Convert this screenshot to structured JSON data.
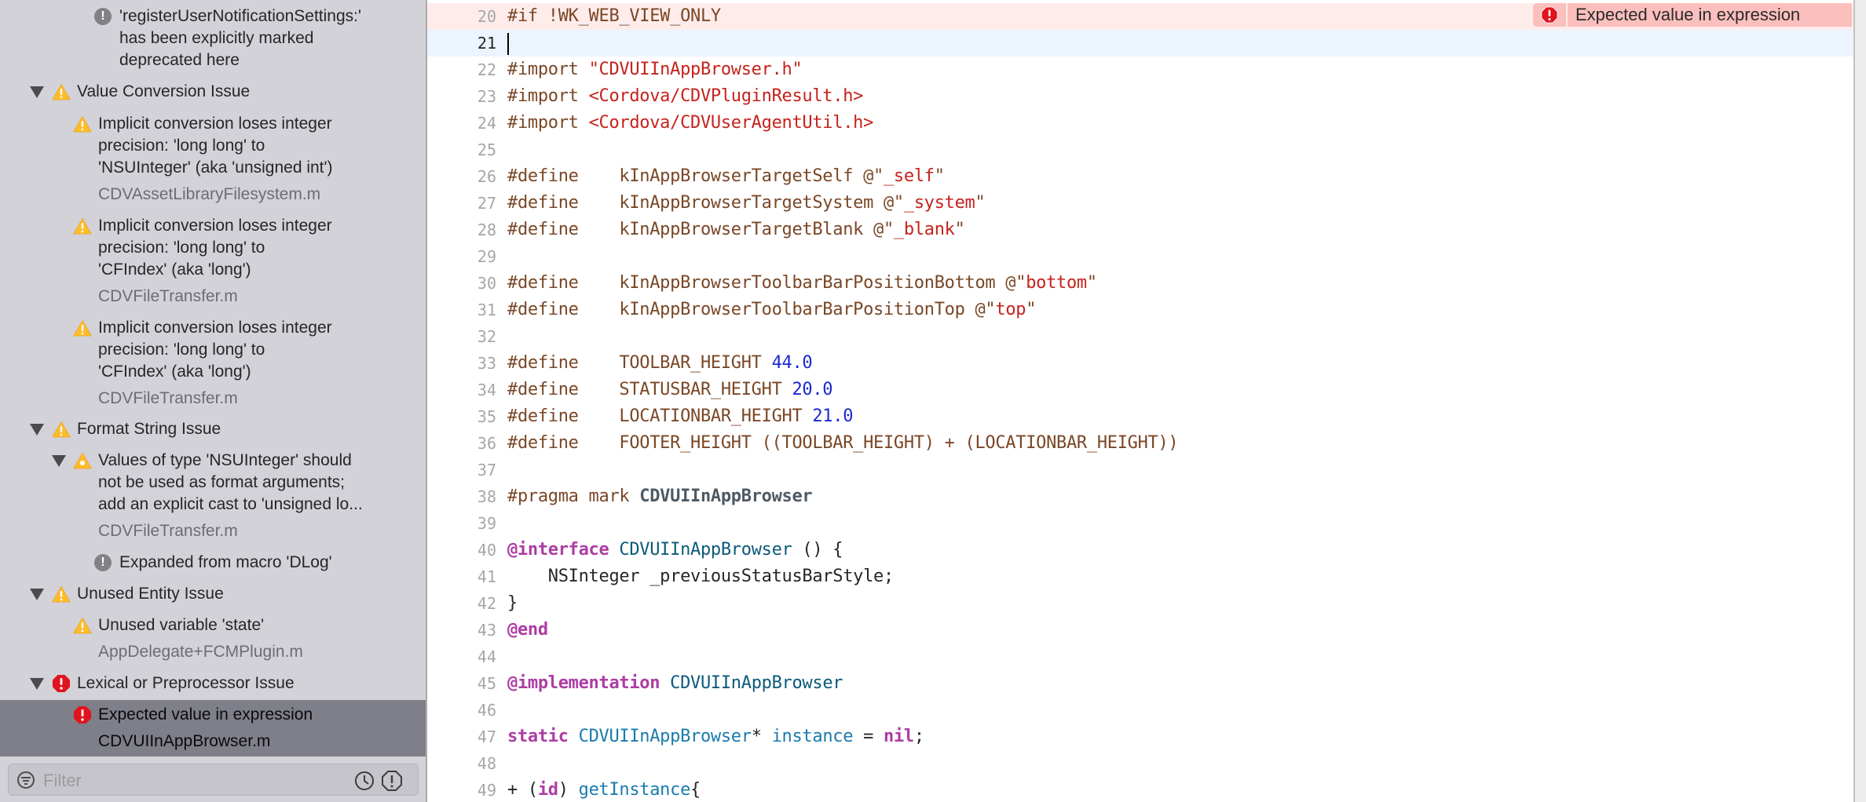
{
  "sidebar": {
    "rows": [
      {
        "kind": "note",
        "level": 2,
        "lines": [
          "'registerUserNotificationSettings:'",
          "has been explicitly marked",
          "deprecated here"
        ]
      },
      {
        "kind": "group",
        "icon": "warning",
        "label": "Value Conversion Issue"
      },
      {
        "kind": "warning",
        "lines": [
          "Implicit conversion loses integer",
          "precision: 'long long' to",
          "'NSUInteger' (aka 'unsigned int')"
        ],
        "file": "CDVAssetLibraryFilesystem.m"
      },
      {
        "kind": "warning",
        "lines": [
          "Implicit conversion loses integer",
          "precision: 'long long' to",
          "'CFIndex' (aka 'long')"
        ],
        "file": "CDVFileTransfer.m"
      },
      {
        "kind": "warning",
        "lines": [
          "Implicit conversion loses integer",
          "precision: 'long long' to",
          "'CFIndex' (aka 'long')"
        ],
        "file": "CDVFileTransfer.m"
      },
      {
        "kind": "group",
        "icon": "warning",
        "label": "Format String Issue"
      },
      {
        "kind": "warning",
        "expanded": true,
        "lines": [
          "Values of type 'NSUInteger' should",
          "not be used as format arguments;",
          "add an explicit cast to 'unsigned lo..."
        ],
        "file": "CDVFileTransfer.m"
      },
      {
        "kind": "note",
        "level": 2,
        "lines": [
          "Expanded from macro 'DLog'"
        ]
      },
      {
        "kind": "group",
        "icon": "warning",
        "label": "Unused Entity Issue"
      },
      {
        "kind": "warning",
        "lines": [
          "Unused variable 'state'"
        ],
        "file": "AppDelegate+FCMPlugin.m"
      },
      {
        "kind": "group",
        "icon": "error",
        "label": "Lexical or Preprocessor Issue"
      },
      {
        "kind": "error",
        "selected": true,
        "lines": [
          "Expected value in expression"
        ],
        "file": "CDVUIInAppBrowser.m"
      }
    ],
    "filter": {
      "placeholder": "Filter",
      "value": ""
    }
  },
  "editor": {
    "error_banner": "Expected value in expression",
    "current_line": 21,
    "error_line": 20,
    "lines": [
      {
        "n": "20",
        "tokens": [
          [
            "pp",
            "#if !WK_WEB_VIEW_ONLY"
          ]
        ]
      },
      {
        "n": "21",
        "tokens": []
      },
      {
        "n": "22",
        "tokens": [
          [
            "pp",
            "#import "
          ],
          [
            "str",
            "\"CDVUIInAppBrowser.h\""
          ]
        ]
      },
      {
        "n": "23",
        "tokens": [
          [
            "pp",
            "#import "
          ],
          [
            "str",
            "<Cordova/CDVPluginResult.h>"
          ]
        ]
      },
      {
        "n": "24",
        "tokens": [
          [
            "pp",
            "#import "
          ],
          [
            "str",
            "<Cordova/CDVUserAgentUtil.h>"
          ]
        ]
      },
      {
        "n": "25",
        "tokens": []
      },
      {
        "n": "26",
        "tokens": [
          [
            "pp",
            "#define    kInAppBrowserTargetSelf @\""
          ],
          [
            "str",
            "_self"
          ],
          [
            "pp",
            "\""
          ]
        ]
      },
      {
        "n": "27",
        "tokens": [
          [
            "pp",
            "#define    kInAppBrowserTargetSystem @\""
          ],
          [
            "str",
            "_system"
          ],
          [
            "pp",
            "\""
          ]
        ]
      },
      {
        "n": "28",
        "tokens": [
          [
            "pp",
            "#define    kInAppBrowserTargetBlank @\""
          ],
          [
            "str",
            "_blank"
          ],
          [
            "pp",
            "\""
          ]
        ]
      },
      {
        "n": "29",
        "tokens": []
      },
      {
        "n": "30",
        "tokens": [
          [
            "pp",
            "#define    kInAppBrowserToolbarBarPositionBottom @\""
          ],
          [
            "str",
            "bottom"
          ],
          [
            "pp",
            "\""
          ]
        ]
      },
      {
        "n": "31",
        "tokens": [
          [
            "pp",
            "#define    kInAppBrowserToolbarBarPositionTop @\""
          ],
          [
            "str",
            "top"
          ],
          [
            "pp",
            "\""
          ]
        ]
      },
      {
        "n": "32",
        "tokens": []
      },
      {
        "n": "33",
        "tokens": [
          [
            "pp",
            "#define    TOOLBAR_HEIGHT "
          ],
          [
            "num",
            "44.0"
          ]
        ]
      },
      {
        "n": "34",
        "tokens": [
          [
            "pp",
            "#define    STATUSBAR_HEIGHT "
          ],
          [
            "num",
            "20.0"
          ]
        ]
      },
      {
        "n": "35",
        "tokens": [
          [
            "pp",
            "#define    LOCATIONBAR_HEIGHT "
          ],
          [
            "num",
            "21.0"
          ]
        ]
      },
      {
        "n": "36",
        "tokens": [
          [
            "pp",
            "#define    FOOTER_HEIGHT ((TOOLBAR_HEIGHT) + (LOCATIONBAR_HEIGHT))"
          ]
        ]
      },
      {
        "n": "37",
        "tokens": []
      },
      {
        "n": "38",
        "tokens": [
          [
            "pp",
            "#pragma mark "
          ],
          [
            "mark",
            "CDVUIInAppBrowser"
          ]
        ]
      },
      {
        "n": "39",
        "tokens": []
      },
      {
        "n": "40",
        "tokens": [
          [
            "kw",
            "@interface"
          ],
          [
            "plain",
            " "
          ],
          [
            "cls",
            "CDVUIInAppBrowser"
          ],
          [
            "plain",
            " () {"
          ]
        ]
      },
      {
        "n": "41",
        "tokens": [
          [
            "plain",
            "    NSInteger _previousStatusBarStyle;"
          ]
        ]
      },
      {
        "n": "42",
        "tokens": [
          [
            "plain",
            "}"
          ]
        ]
      },
      {
        "n": "43",
        "tokens": [
          [
            "kw",
            "@end"
          ]
        ]
      },
      {
        "n": "44",
        "tokens": []
      },
      {
        "n": "45",
        "tokens": [
          [
            "kw",
            "@implementation"
          ],
          [
            "plain",
            " "
          ],
          [
            "cls",
            "CDVUIInAppBrowser"
          ]
        ]
      },
      {
        "n": "46",
        "tokens": []
      },
      {
        "n": "47",
        "tokens": [
          [
            "kw",
            "static"
          ],
          [
            "plain",
            " "
          ],
          [
            "cls2",
            "CDVUIInAppBrowser"
          ],
          [
            "plain",
            "* "
          ],
          [
            "cls2",
            "instance"
          ],
          [
            "plain",
            " = "
          ],
          [
            "kw",
            "nil"
          ],
          [
            "plain",
            ";"
          ]
        ]
      },
      {
        "n": "48",
        "tokens": []
      },
      {
        "n": "49",
        "tokens": [
          [
            "plain",
            "+ ("
          ],
          [
            "kw",
            "id"
          ],
          [
            "plain",
            ") "
          ],
          [
            "cls2",
            "getInstance"
          ],
          [
            "plain",
            "{"
          ]
        ]
      }
    ]
  },
  "colors": {
    "error_red": "#e0141e",
    "warning_yellow": "#fdbc2a",
    "note_gray": "#818186",
    "selection": "#7e7f89",
    "error_line_bg": "#feeceb",
    "current_line_bg": "#ecf4ff",
    "banner_bg": "#fbbfbd"
  }
}
